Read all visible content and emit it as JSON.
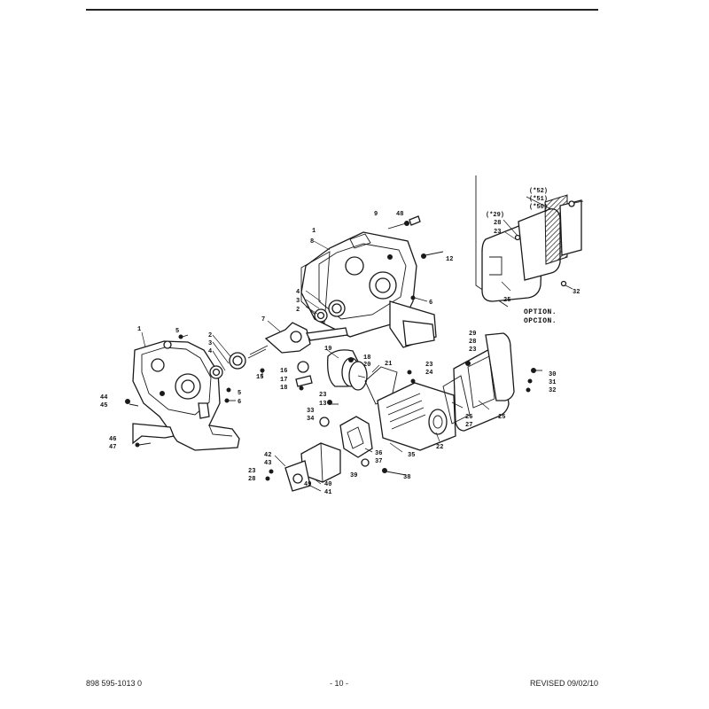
{
  "footer": {
    "part_number": "898 595-1013 0",
    "page": "- 10 -",
    "revised": "REVISED 09/02/10"
  },
  "option_label": {
    "line1": "OPTION.",
    "line2": "OPCION."
  },
  "callouts": {
    "c9": "9",
    "c48": "48",
    "c1a": "1",
    "c8": "8",
    "c12": "12",
    "c4a": "4",
    "c3a": "3",
    "c2a": "2",
    "c6a": "6",
    "c7": "7",
    "c1b": "1",
    "c5a": "5",
    "c2b": "2",
    "c3b": "3",
    "c4b": "4",
    "c15": "15",
    "c5b": "5",
    "c6b": "6",
    "c19": "19",
    "c18a": "18",
    "c16": "16",
    "c17": "17",
    "c18b": "18",
    "c20": "20",
    "c21": "21",
    "c23a": "23",
    "c24": "24",
    "c23b": "23",
    "c13": "13",
    "c33": "33",
    "c34": "34",
    "c44": "44",
    "c45": "45",
    "c46": "46",
    "c47": "47",
    "c29a": "29",
    "c28a": "28",
    "c23c": "23",
    "c25a": "25",
    "c26": "26",
    "c27": "27",
    "c30": "30",
    "c31": "31",
    "c32a": "32",
    "c22": "22",
    "c35": "35",
    "c36": "36",
    "c37": "37",
    "c38": "38",
    "c39": "39",
    "c40": "40",
    "c41": "41",
    "c49": "49",
    "c42": "42",
    "c43": "43",
    "c23d": "23",
    "c28b": "28",
    "c52": "(*52)",
    "c51": "(*51)",
    "c50": "(*50)",
    "c29b": "(*29)",
    "c28c": "28",
    "c23e": "23",
    "c25b": "25",
    "c32b": "32"
  }
}
